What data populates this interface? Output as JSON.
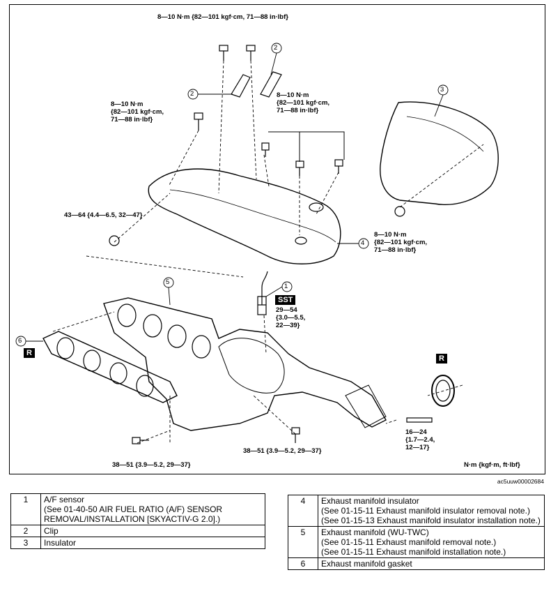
{
  "torque_labels": {
    "top": "8—10 N·m {82—101 kgf·cm, 71—88 in·lbf}",
    "left_upper": "8—10 N·m\n{82—101 kgf·cm,\n71—88 in·lbf}",
    "center_upper": "8—10 N·m\n{82—101 kgf·cm,\n71—88 in·lbf}",
    "left_nut": "43—64 {4.4—6.5, 32—47}",
    "right_insulator": "8—10 N·m\n{82—101 kgf·cm,\n71—88 in·lbf}",
    "sensor": "29—54\n{3.0—5.5,\n22—39}",
    "stud": "16—24\n{1.7—2.4,\n12—17}",
    "bottom_left": "38—51 {3.9—5.2, 29—37}",
    "bottom_center": "38—51 {3.9—5.2, 29—37}",
    "units": "N·m {kgf·m, ft·lbf}"
  },
  "callouts": [
    "1",
    "2",
    "2",
    "3",
    "4",
    "5",
    "6"
  ],
  "tags": {
    "sst": "SST",
    "replace_left": "R",
    "replace_right": "R"
  },
  "image_code": "ac5uuw00002684",
  "parts_left": [
    {
      "num": "1",
      "name": "A/F sensor",
      "notes": [
        "(See 01-40-50 AIR FUEL RATIO (A/F) SENSOR REMOVAL/INSTALLATION [SKYACTIV-G 2.0].)"
      ]
    },
    {
      "num": "2",
      "name": "Clip",
      "notes": []
    },
    {
      "num": "3",
      "name": "Insulator",
      "notes": []
    }
  ],
  "parts_right": [
    {
      "num": "4",
      "name": "Exhaust manifold insulator",
      "notes": [
        "(See 01-15-11 Exhaust manifold insulator removal note.)",
        "(See 01-15-13 Exhaust manifold insulator installation note.)"
      ]
    },
    {
      "num": "5",
      "name": "Exhaust manifold (WU-TWC)",
      "notes": [
        "(See 01-15-11 Exhaust manifold removal note.)",
        "(See 01-15-11 Exhaust manifold installation note.)"
      ]
    },
    {
      "num": "6",
      "name": "Exhaust manifold gasket",
      "notes": []
    }
  ]
}
